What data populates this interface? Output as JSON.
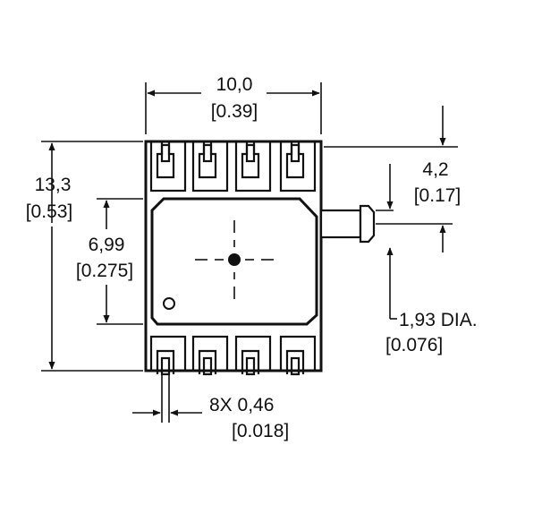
{
  "drawing": {
    "dimensions": {
      "width": {
        "value": "10,0",
        "inch": "[0.39]"
      },
      "height": {
        "value": "13,3",
        "inch": "[0.53]"
      },
      "body_height": {
        "value": "6,99",
        "inch": "[0.275]"
      },
      "port_offset": {
        "value": "4,2",
        "inch": "[0.17]"
      },
      "port_diameter": {
        "value": "1,93 DIA.",
        "inch": "[0.076]"
      },
      "pin_width": {
        "value": "8X 0,46",
        "inch": "[0.018]"
      }
    },
    "pin_count": 8
  },
  "colors": {
    "line": "#111111",
    "body_fill": "#ffffff",
    "background": "#ffffff"
  }
}
